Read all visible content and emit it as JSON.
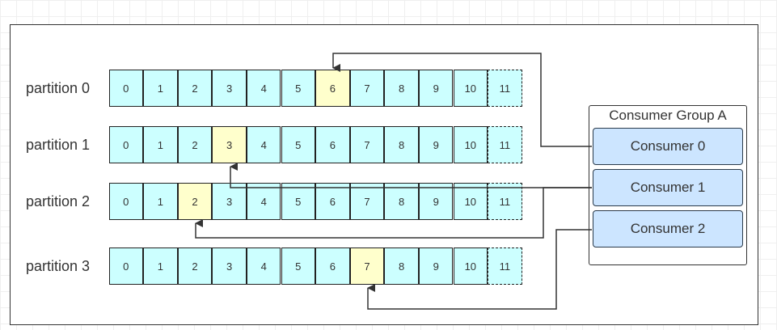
{
  "partitions": [
    {
      "label": "partition 0",
      "offsets": [
        "0",
        "1",
        "2",
        "3",
        "4",
        "5",
        "6",
        "7",
        "8",
        "9",
        "10",
        "11"
      ],
      "highlight": 6
    },
    {
      "label": "partition 1",
      "offsets": [
        "0",
        "1",
        "2",
        "3",
        "4",
        "5",
        "6",
        "7",
        "8",
        "9",
        "10",
        "11"
      ],
      "highlight": 3
    },
    {
      "label": "partition 2",
      "offsets": [
        "0",
        "1",
        "2",
        "3",
        "4",
        "5",
        "6",
        "7",
        "8",
        "9",
        "10",
        "11"
      ],
      "highlight": 2
    },
    {
      "label": "partition 3",
      "offsets": [
        "0",
        "1",
        "2",
        "3",
        "4",
        "5",
        "6",
        "7",
        "8",
        "9",
        "10",
        "11"
      ],
      "highlight": 7
    }
  ],
  "consumer_group": {
    "title": "Consumer Group A",
    "consumers": [
      "Consumer 0",
      "Consumer 1",
      "Consumer 2"
    ]
  },
  "colors": {
    "cell": "#ccffff",
    "highlight": "#ffffcc",
    "consumer": "#cce5ff",
    "line": "#333333"
  }
}
